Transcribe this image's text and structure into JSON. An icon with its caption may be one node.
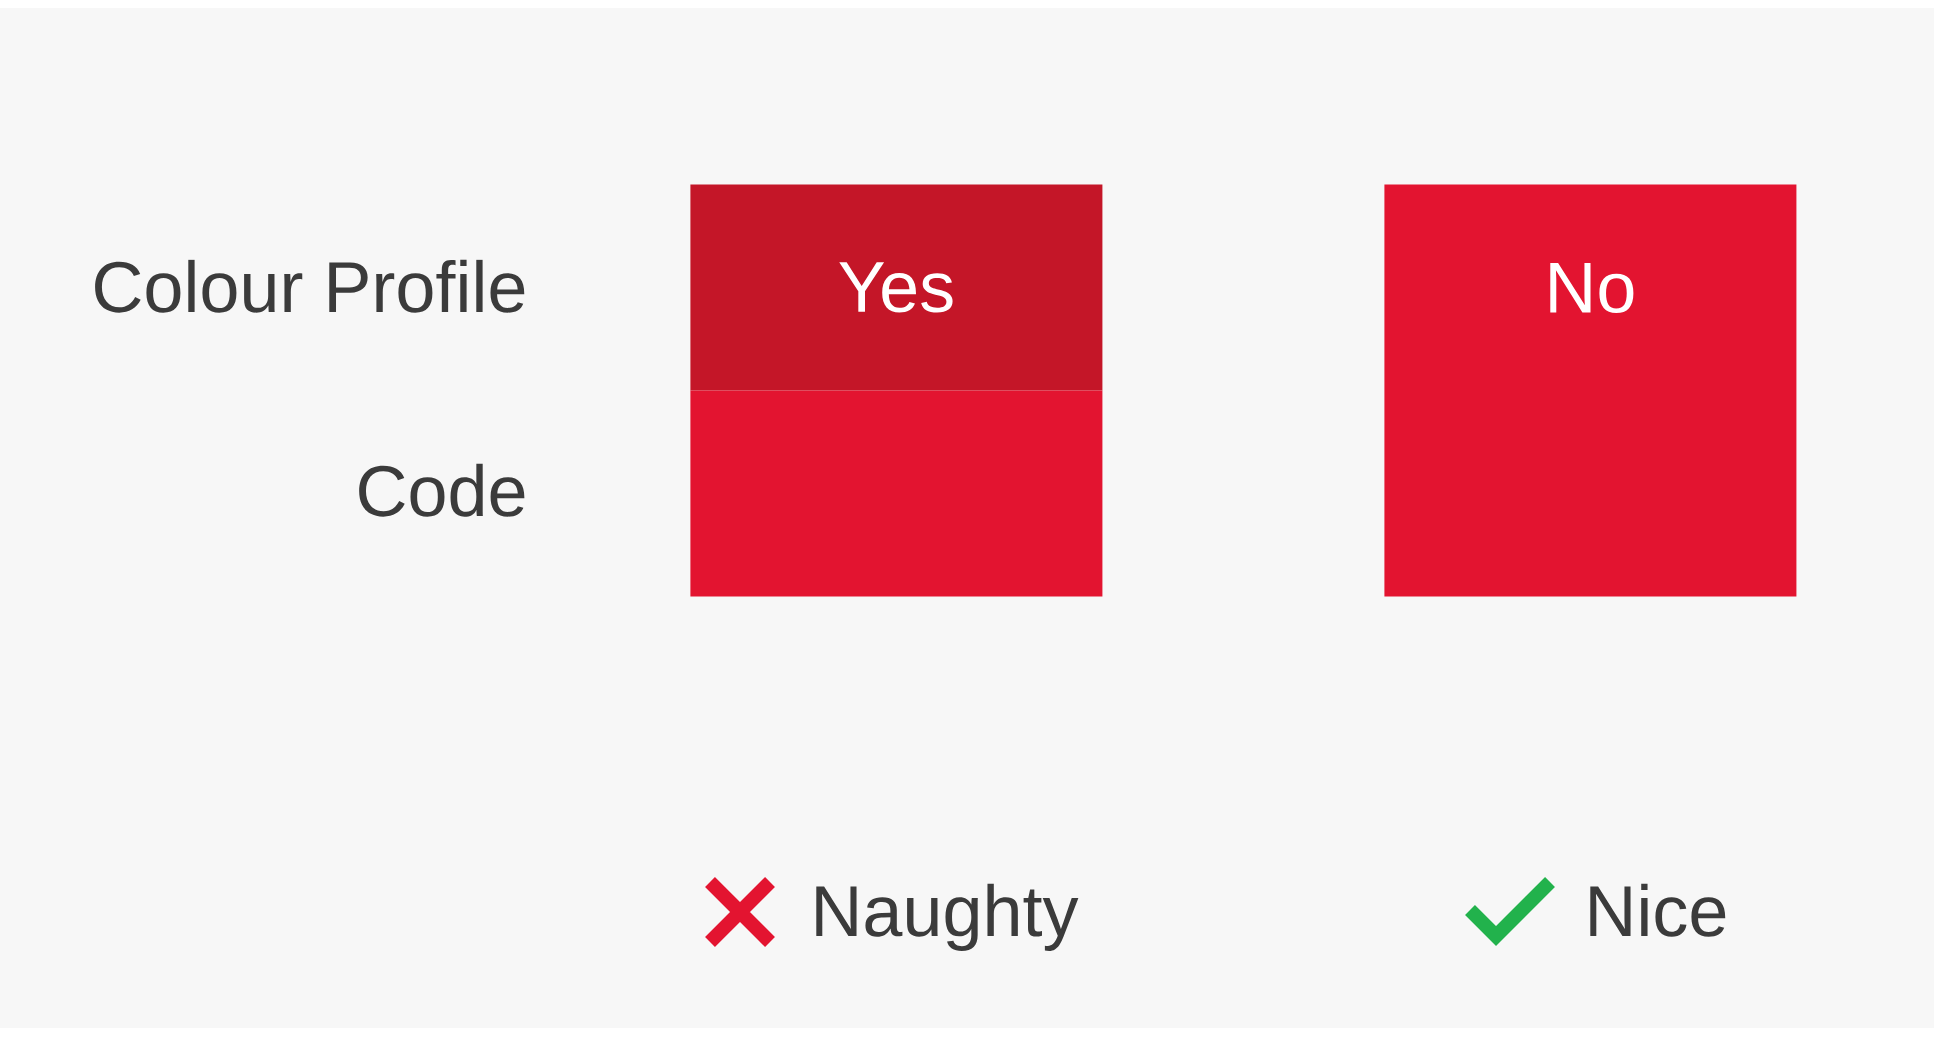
{
  "diagram": {
    "nodes": [
      {
        "text": [
          "Yes"
        ]
      },
      {
        "text": [],
        "shape": "box"
      },
      {
        "text": [
          "No"
        ]
      }
    ],
    "labels": [
      "Colour Profile",
      "Code",
      "Naughty",
      "Nice"
    ]
  }
}
